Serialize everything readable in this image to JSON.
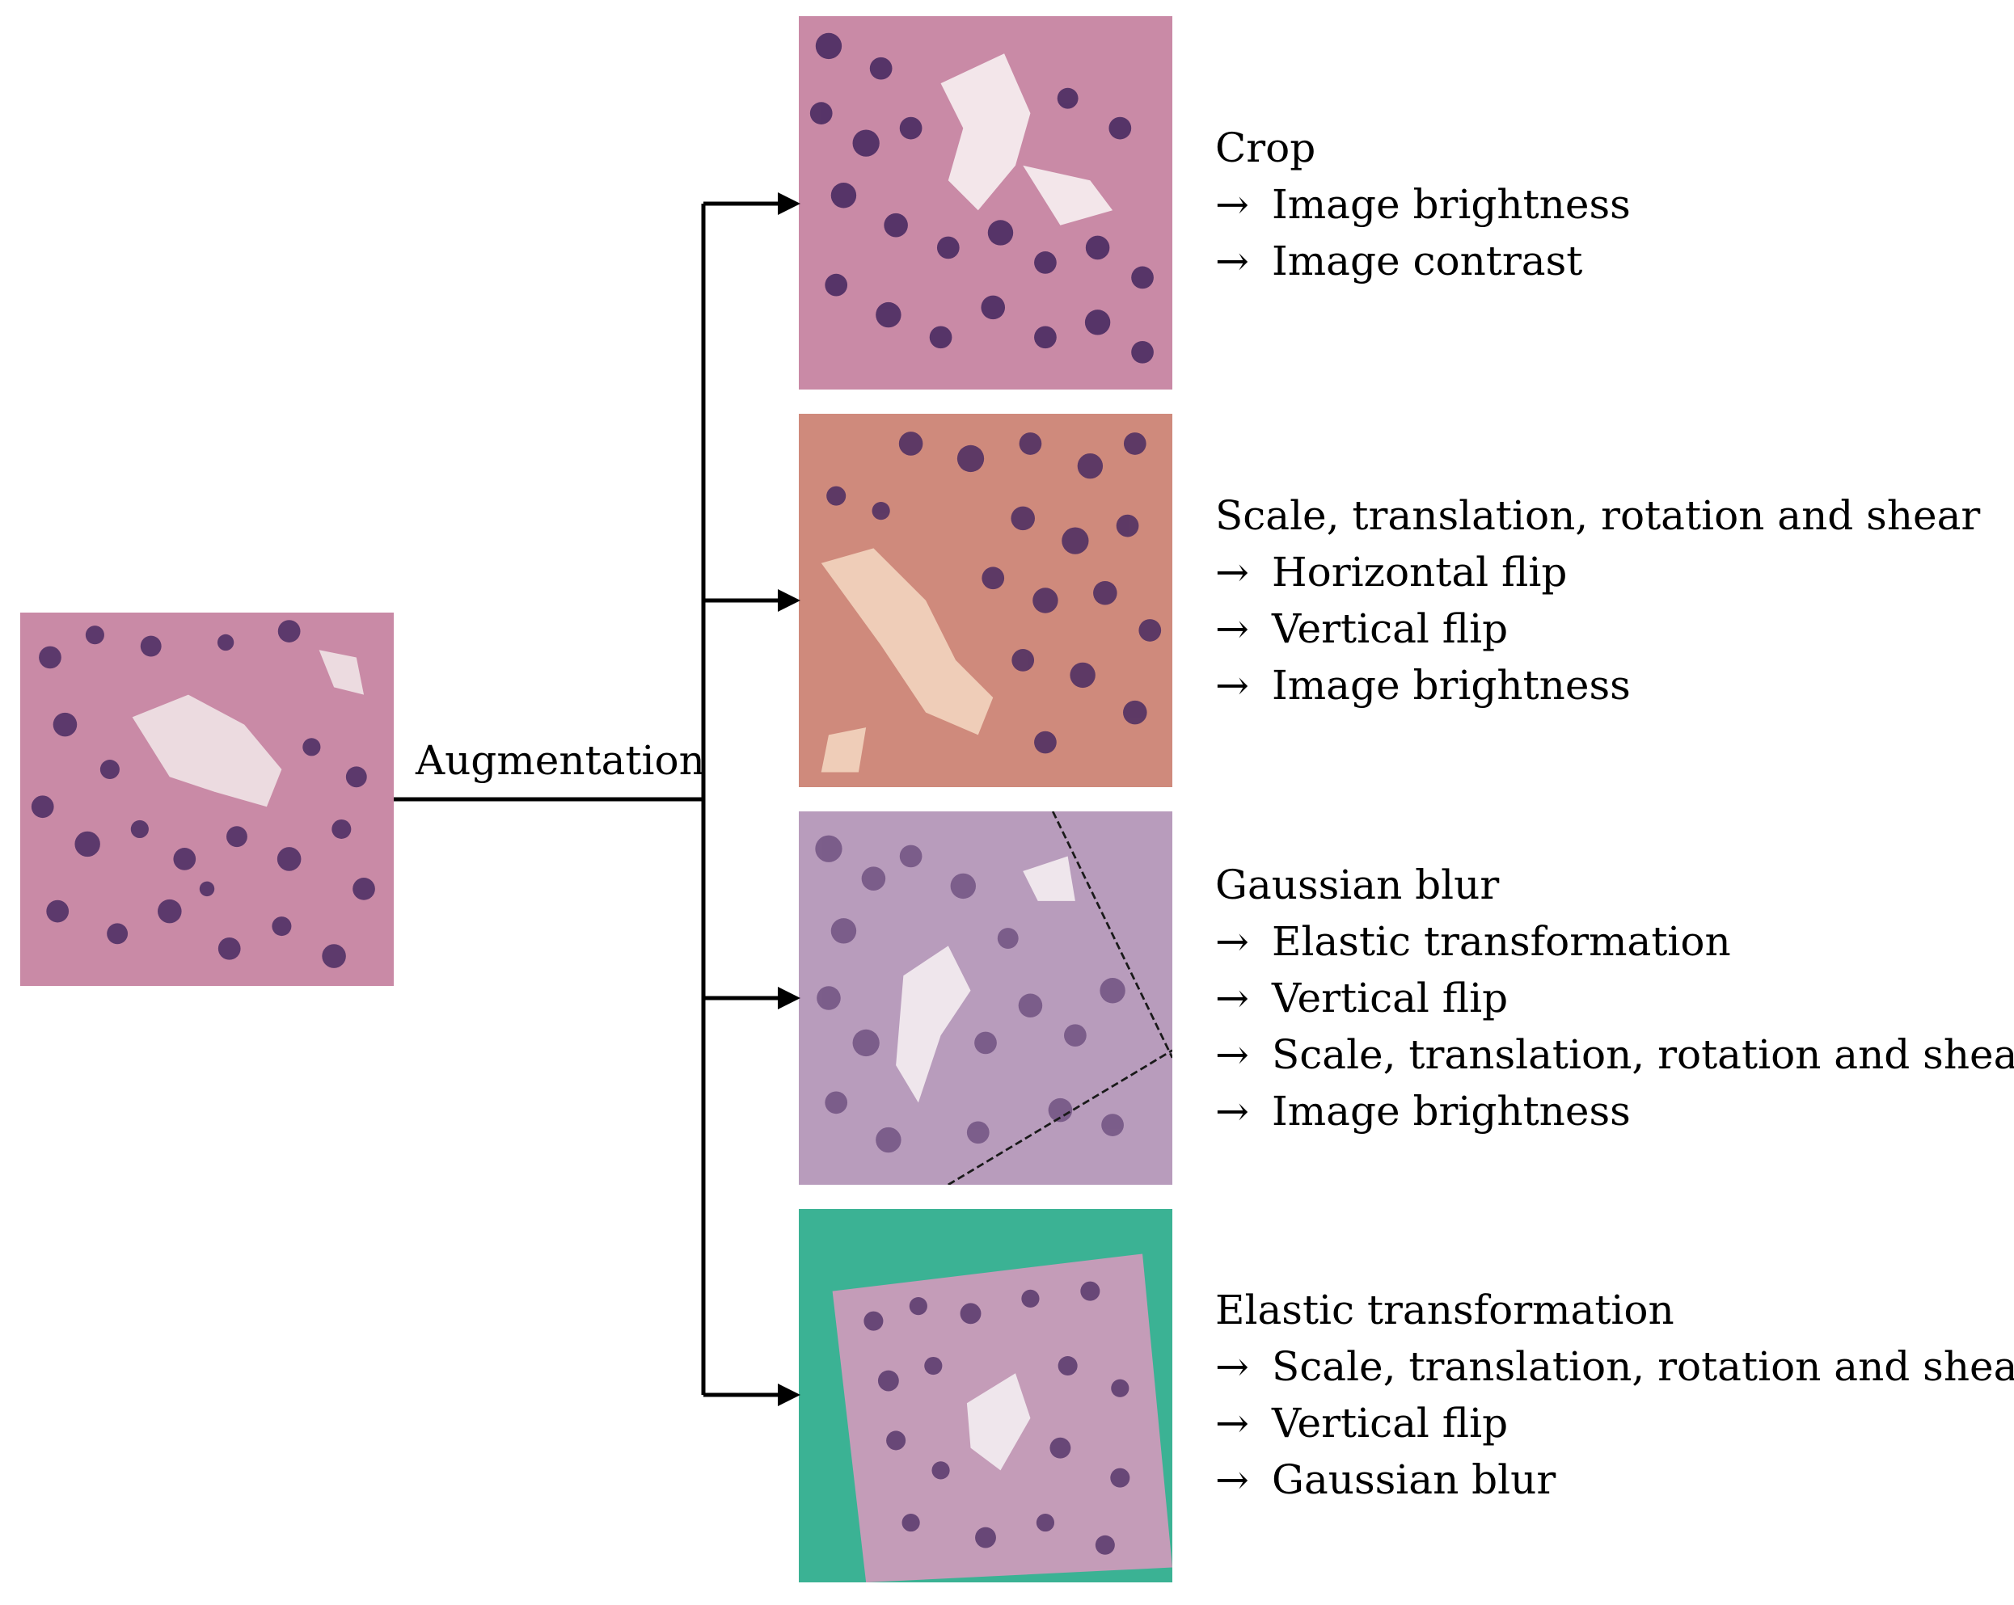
{
  "diagram": {
    "augmentation_label": "Augmentation",
    "arrow_symbol": "→",
    "colors": {
      "tissue_pink": "#c98aa6",
      "tissue_salmon": "#cf8a7c",
      "tissue_lilac": "#b89cbc",
      "nucleus": "#4a2b62",
      "lumen": "#ecdbe0",
      "fill_background": "#3bb294"
    },
    "source_image": {
      "description_icon": "histology-image-icon"
    },
    "branches": [
      {
        "steps": [
          {
            "text": "Crop",
            "is_first": true
          },
          {
            "text": "Image brightness",
            "is_first": false
          },
          {
            "text": "Image contrast",
            "is_first": false
          }
        ]
      },
      {
        "steps": [
          {
            "text": "Scale, translation, rotation and shear",
            "is_first": true
          },
          {
            "text": "Horizontal flip",
            "is_first": false
          },
          {
            "text": "Vertical flip",
            "is_first": false
          },
          {
            "text": "Image brightness",
            "is_first": false
          }
        ]
      },
      {
        "steps": [
          {
            "text": "Gaussian blur",
            "is_first": true
          },
          {
            "text": "Elastic transformation",
            "is_first": false
          },
          {
            "text": "Vertical flip",
            "is_first": false
          },
          {
            "text": "Scale, translation, rotation and shear",
            "is_first": false
          },
          {
            "text": "Image brightness",
            "is_first": false
          }
        ]
      },
      {
        "steps": [
          {
            "text": "Elastic transformation",
            "is_first": true
          },
          {
            "text": "Scale, translation, rotation and shear",
            "is_first": false
          },
          {
            "text": "Vertical flip",
            "is_first": false
          },
          {
            "text": "Gaussian blur",
            "is_first": false
          }
        ]
      }
    ]
  }
}
